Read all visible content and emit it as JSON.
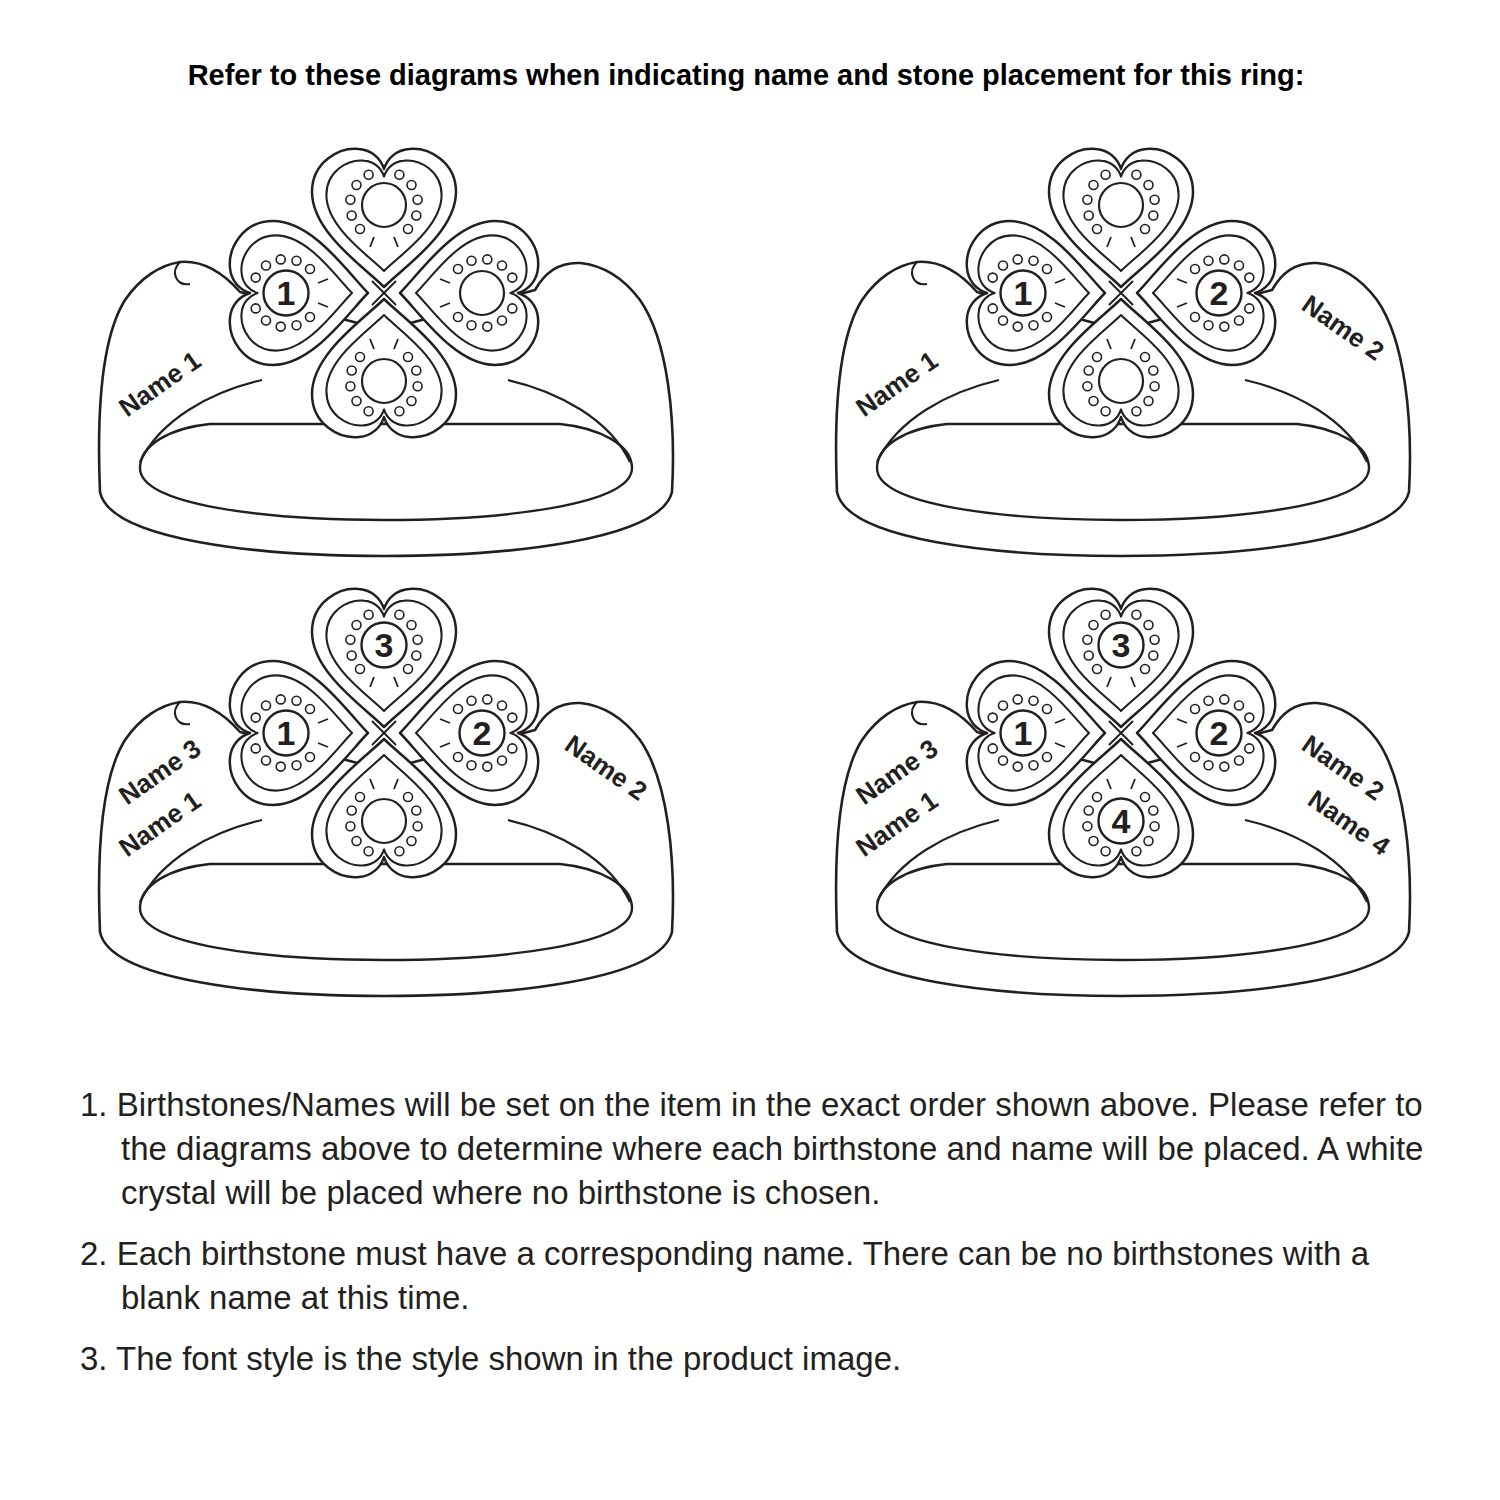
{
  "diagram": {
    "title": "Refer to these diagrams when indicating name and stone placement for this ring:",
    "nodes": [
      {
        "text": [
          "1"
        ]
      },
      {
        "text": [
          "1"
        ]
      },
      {
        "text": [
          "2"
        ]
      },
      {
        "text": [
          "3"
        ]
      },
      {
        "text": [
          "1"
        ]
      },
      {
        "text": [
          "2"
        ]
      },
      {
        "text": [
          "3"
        ]
      },
      {
        "text": [
          "1"
        ]
      },
      {
        "text": [
          "2"
        ]
      },
      {
        "text": [
          "4"
        ]
      }
    ],
    "labels": [
      "Name 1",
      "Name 1",
      "Name 2",
      "Name 3",
      "Name 1",
      "Name 2",
      "Name 3",
      "Name 1",
      "Name 2",
      "Name 4",
      "1. Birthstones/Names will be set on the item in the exact order shown above. Please refer to the diagrams above to determine where each birthstone and name will be placed. A white crystal will be placed where no birthstone is chosen.",
      "2. Each birthstone must have a corresponding name. There can be no birthstones with a blank name at this time.",
      "3. The font style is the style shown in the product image."
    ]
  }
}
